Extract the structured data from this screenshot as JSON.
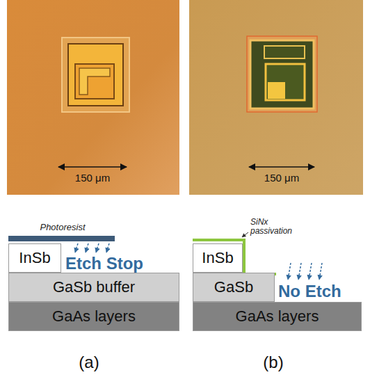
{
  "diagram": {
    "nodes": [
      {
        "text": [
          "InSb"
        ]
      },
      {
        "text": [
          "GaSb buffer"
        ]
      },
      {
        "text": [
          "GaAs layers"
        ]
      },
      {
        "text": [
          "InSb"
        ]
      },
      {
        "text": [
          "GaSb"
        ]
      },
      {
        "text": [
          "GaAs layers"
        ]
      }
    ],
    "labels": [
      "150 μm",
      "150 μm",
      "Photoresist",
      "SiNx passivation",
      "Etch Stop",
      "No Etch",
      "(a)",
      "(b)"
    ]
  }
}
